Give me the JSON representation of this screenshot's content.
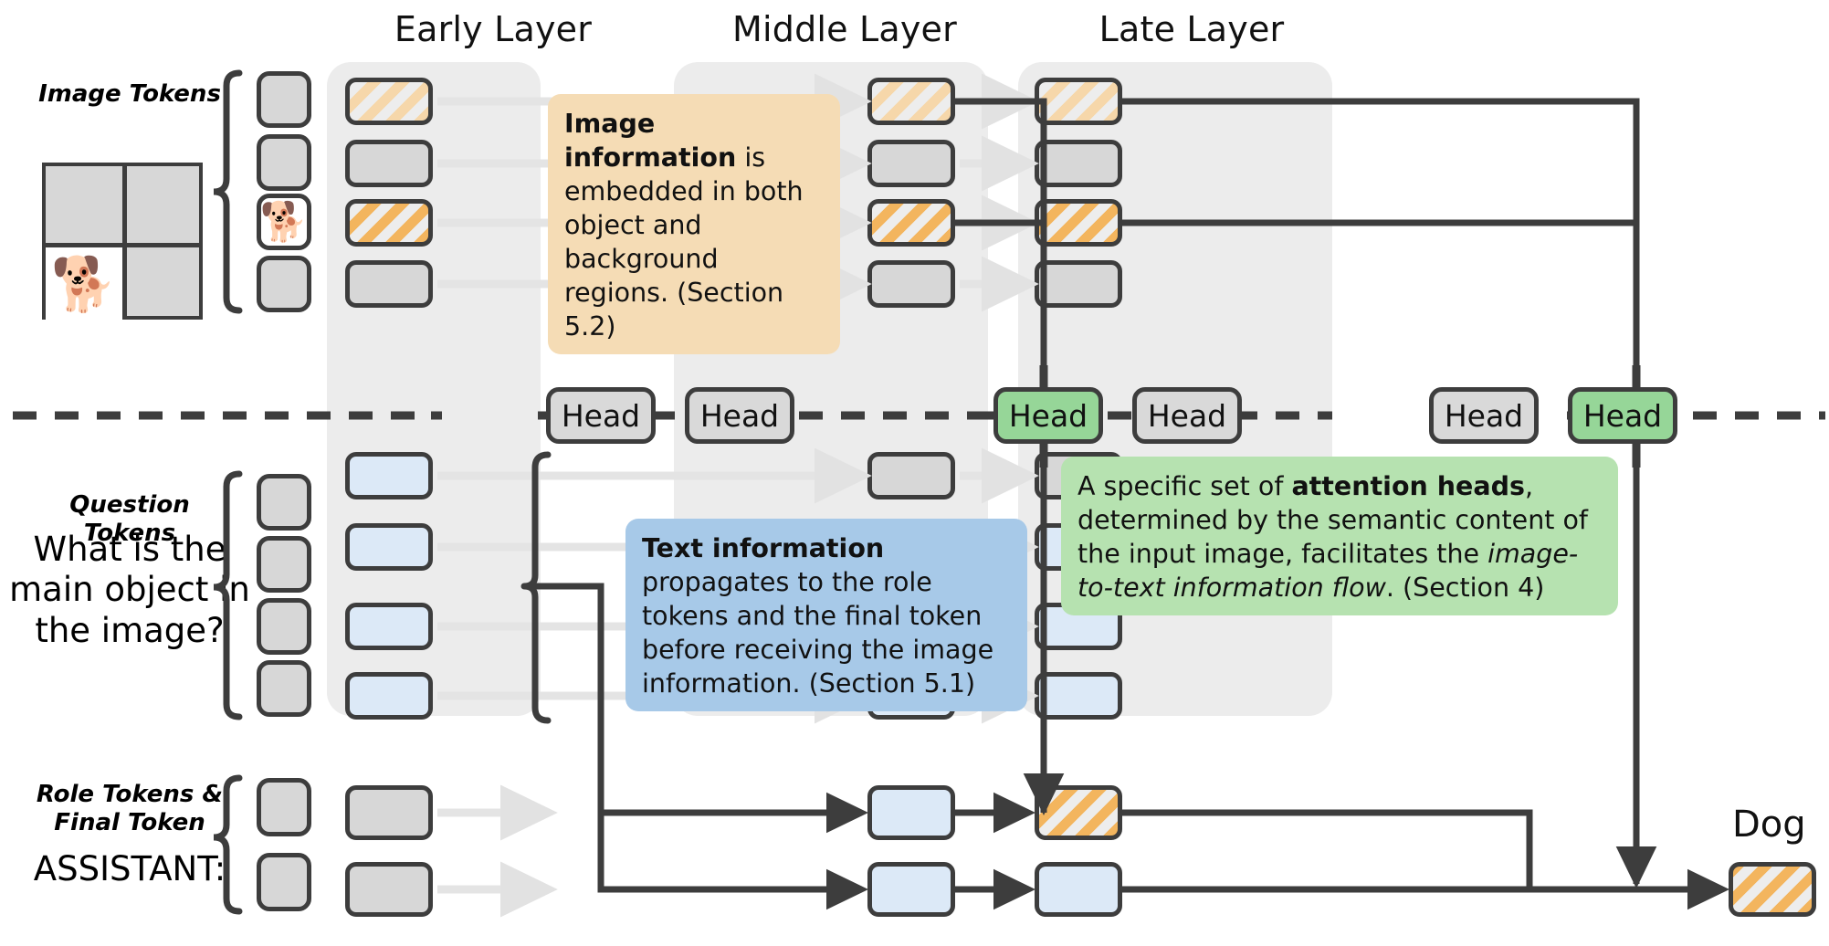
{
  "columns": [
    {
      "id": "early",
      "label": "Early Layer"
    },
    {
      "id": "middle",
      "label": "Middle Layer"
    },
    {
      "id": "late",
      "label": "Late Layer"
    }
  ],
  "left_labels": {
    "image_tokens": "Image Tokens",
    "question_tokens": "Question Tokens",
    "question_text": "What is the\nmain object in\nthe image?",
    "role_tokens": "Role Tokens &\nFinal Token",
    "role_text": "ASSISTANT:"
  },
  "heads": [
    {
      "id": "head-e1",
      "label": "Head",
      "active": false
    },
    {
      "id": "head-e2",
      "label": "Head",
      "active": false
    },
    {
      "id": "head-m1",
      "label": "Head",
      "active": true
    },
    {
      "id": "head-m2",
      "label": "Head",
      "active": false
    },
    {
      "id": "head-l1",
      "label": "Head",
      "active": false
    },
    {
      "id": "head-l2",
      "label": "Head",
      "active": true
    }
  ],
  "callouts": {
    "orange": {
      "bold": "Image information",
      "rest": " is embedded in both object and background regions. (Section 5.2)",
      "color": "#f5dcb5"
    },
    "blue": {
      "bold": "Text information",
      "rest": " propagates to the role tokens and the final token before receiving the image information. (Section 5.1)",
      "color": "#a7c9e8"
    },
    "green": {
      "pre": "A specific set of ",
      "bold": "attention heads",
      "mid": ", determined by the semantic content of the input image, facilitates the ",
      "italic": "image-to-text information flow",
      "post": ". (Section 4)",
      "color": "#b6e2b0"
    }
  },
  "output": {
    "label": "Dog"
  },
  "colors": {
    "panel": "#ececec",
    "token_border": "#3d3d3d",
    "token_gray": "#d7d7d7",
    "token_blue": "#dce9f7",
    "hatch_orange": "#f3b55e",
    "hatch_orange_light": "#f6d7aa",
    "head_green": "#96d698",
    "arrow_dark": "#3d3d3d",
    "arrow_faint": "#e2e2e2"
  },
  "input_image": {
    "glyph": "🐕",
    "rows": 2,
    "cols": 2,
    "object_cell": "bottom-left"
  },
  "token_rows": {
    "image": [
      "plain",
      "plain",
      "object",
      "plain"
    ],
    "question": [
      "plain",
      "plain",
      "plain",
      "plain"
    ],
    "role": [
      "plain",
      "plain"
    ]
  }
}
